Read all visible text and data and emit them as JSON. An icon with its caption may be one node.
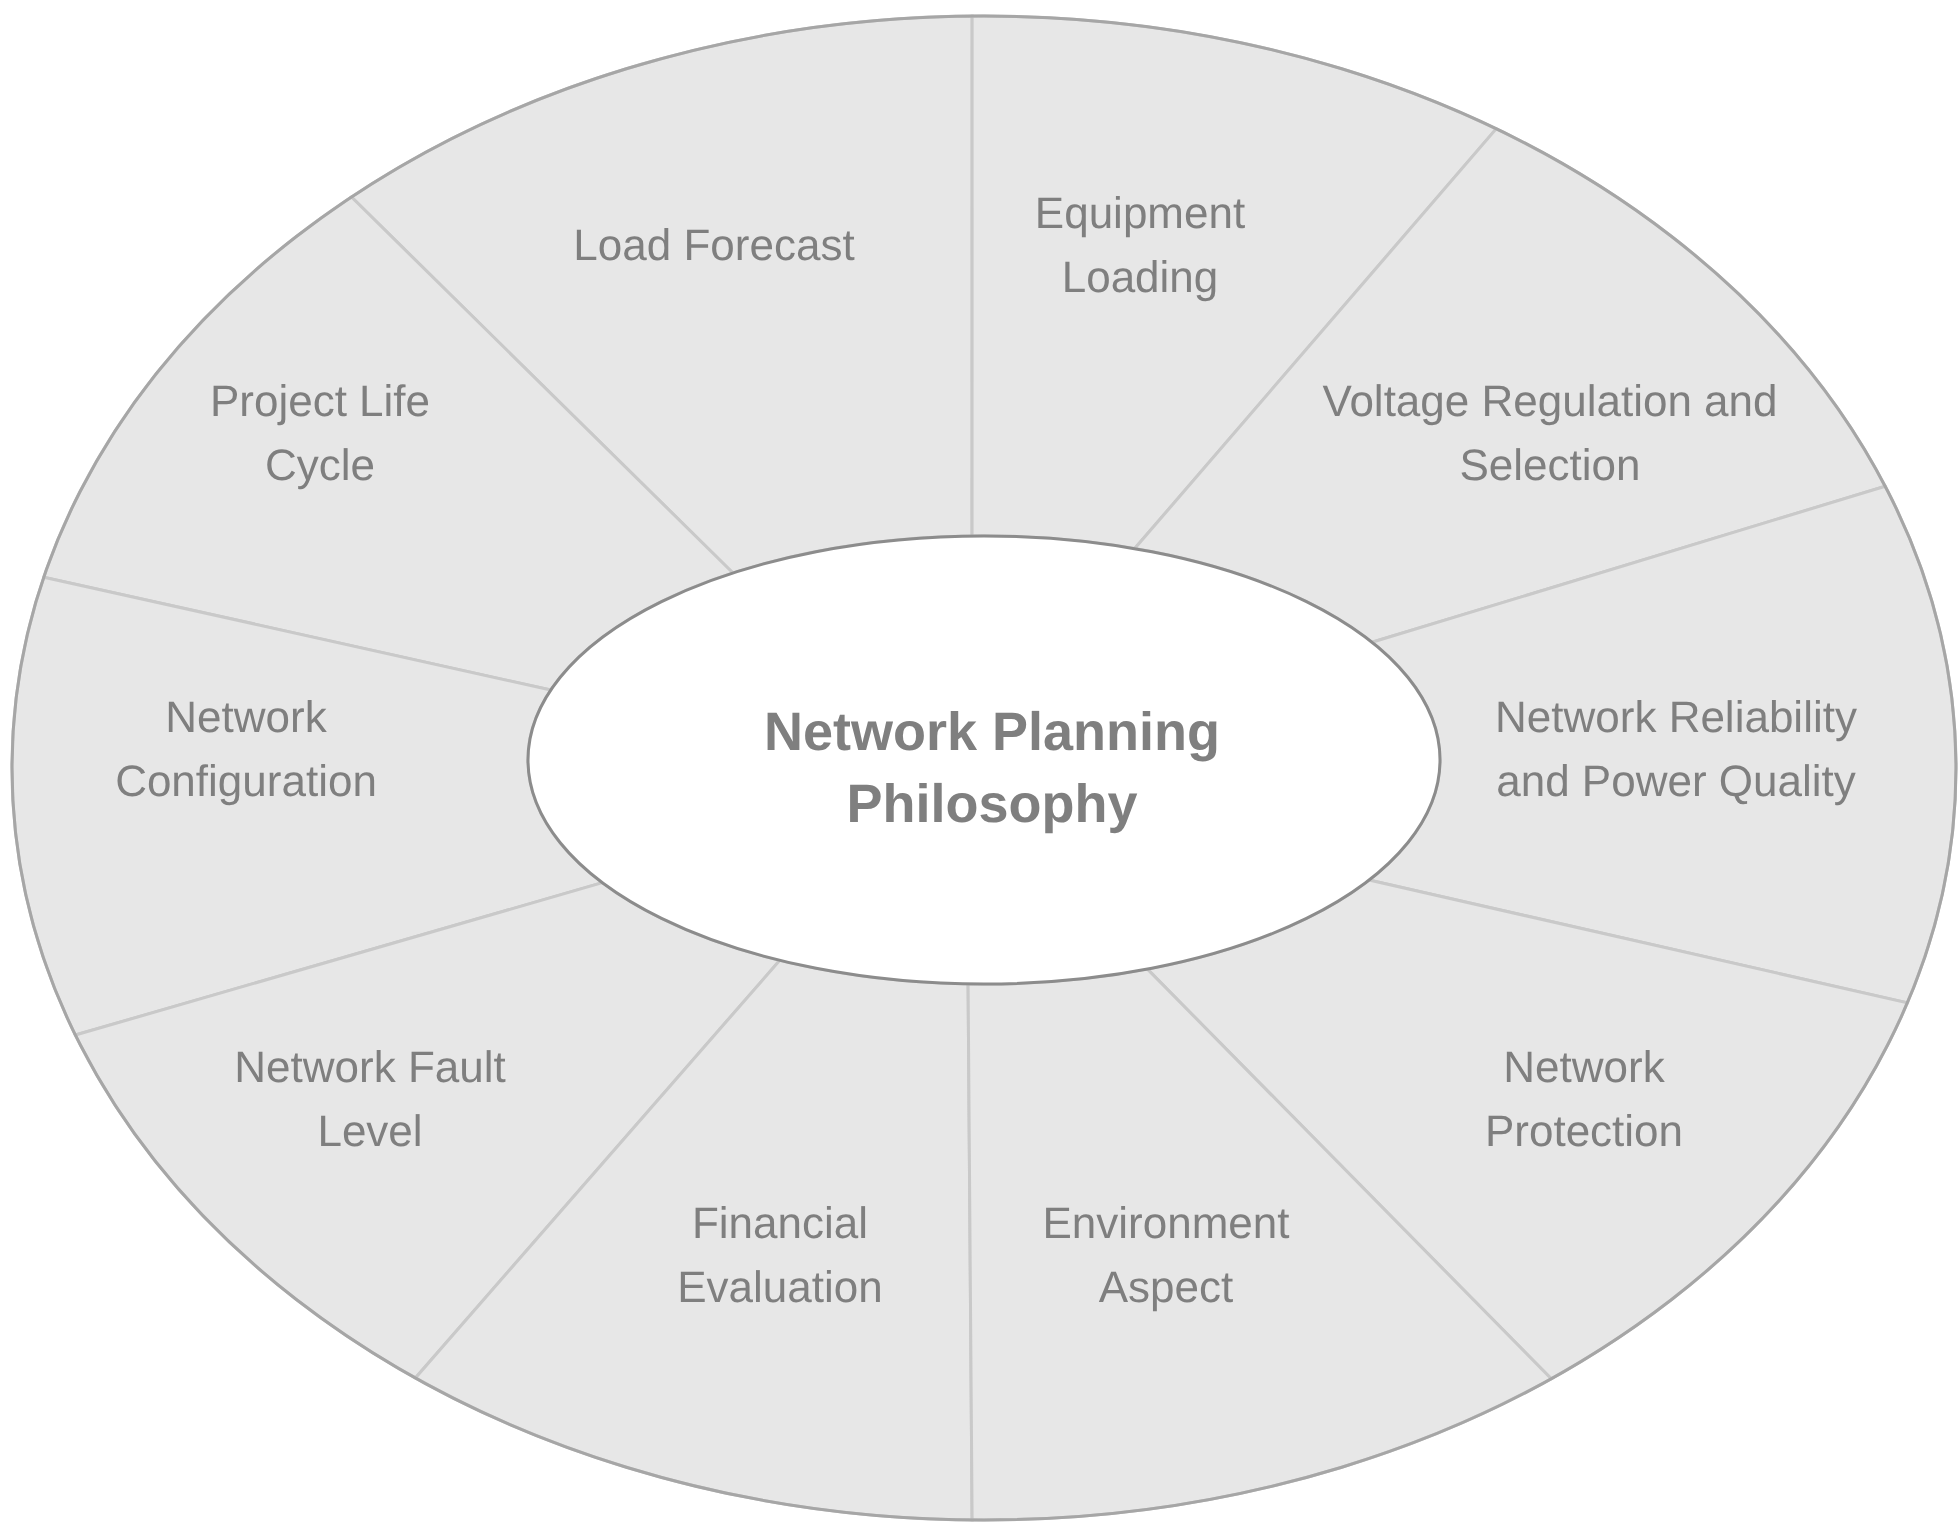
{
  "diagram": {
    "nodes": [
      {
        "text": [
          "Network Planning Philosophy"
        ]
      },
      {
        "text": [
          "Load Forecast"
        ]
      },
      {
        "text": [
          "Equipment Loading"
        ]
      },
      {
        "text": [
          "Project Life Cycle"
        ]
      },
      {
        "text": [
          "Voltage Regulation and Selection"
        ]
      },
      {
        "text": [
          "Network Reliability and Power Quality"
        ]
      },
      {
        "text": [
          "Network Configuration"
        ]
      },
      {
        "text": [
          "Network Fault Level"
        ]
      },
      {
        "text": [
          "Network Protection"
        ]
      },
      {
        "text": [
          "Financial Evaluation"
        ]
      },
      {
        "text": [
          "Environment Aspect"
        ]
      }
    ]
  }
}
